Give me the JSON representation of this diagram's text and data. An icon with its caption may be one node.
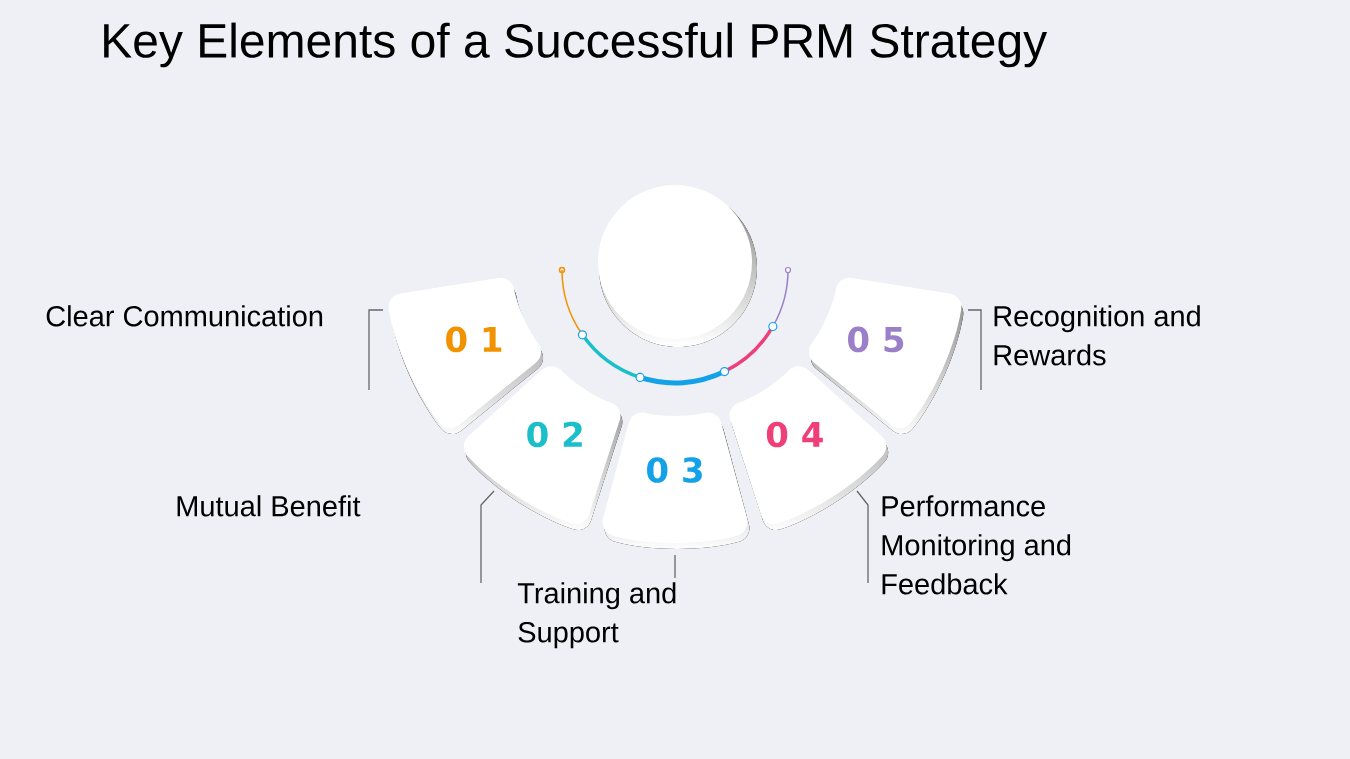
{
  "diagram": {
    "title": "Key Elements of a Successful PRM Strategy",
    "nodes": [
      {
        "text": [
          "0 1"
        ],
        "beside": [
          "Clear Communication"
        ]
      },
      {
        "text": [
          "0 2"
        ],
        "beside": [
          "Mutual Benefit"
        ]
      },
      {
        "text": [
          "0 3"
        ],
        "beside": [
          "Training and Support"
        ]
      },
      {
        "text": [
          "0 4"
        ],
        "beside": [
          "Performance Monitoring and Feedback"
        ]
      },
      {
        "text": [
          "0 5"
        ],
        "beside": [
          "Recognition and Rewards"
        ]
      }
    ]
  }
}
